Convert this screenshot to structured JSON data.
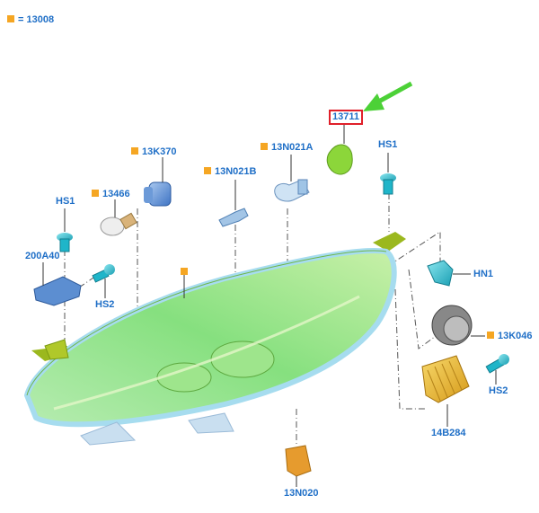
{
  "legend": {
    "symbol_color": "#f5a623",
    "text": "= 13008"
  },
  "labels": {
    "l_13711": "13711",
    "l_13k370": "13K370",
    "l_13n021a": "13N021A",
    "l_hs1_top": "HS1",
    "l_13466": "13466",
    "l_13n021b": "13N021B",
    "l_hs1_left": "HS1",
    "l_200a40": "200A40",
    "l_hs2_left": "HS2",
    "l_hn1": "HN1",
    "l_13k046": "13K046",
    "l_hs2_right": "HS2",
    "l_14b284": "14B284",
    "l_13n020": "13N020"
  },
  "colors": {
    "label_text": "#1f6fc7",
    "marker": "#f5a623",
    "highlight_box": "#e0202a",
    "arrow": "#4cd137",
    "housing_bracket": "#9bb81e",
    "lens_fill": "#7fe07a",
    "lens_edge": "#a6dcef",
    "bulb_holder": "#4a86d4",
    "cover_cap": "#8cd63a",
    "connector": "#1fb5c9",
    "sleeve": "#666666",
    "led_module": "#e6b92e",
    "bracket_13n020": "#e69b2e"
  }
}
